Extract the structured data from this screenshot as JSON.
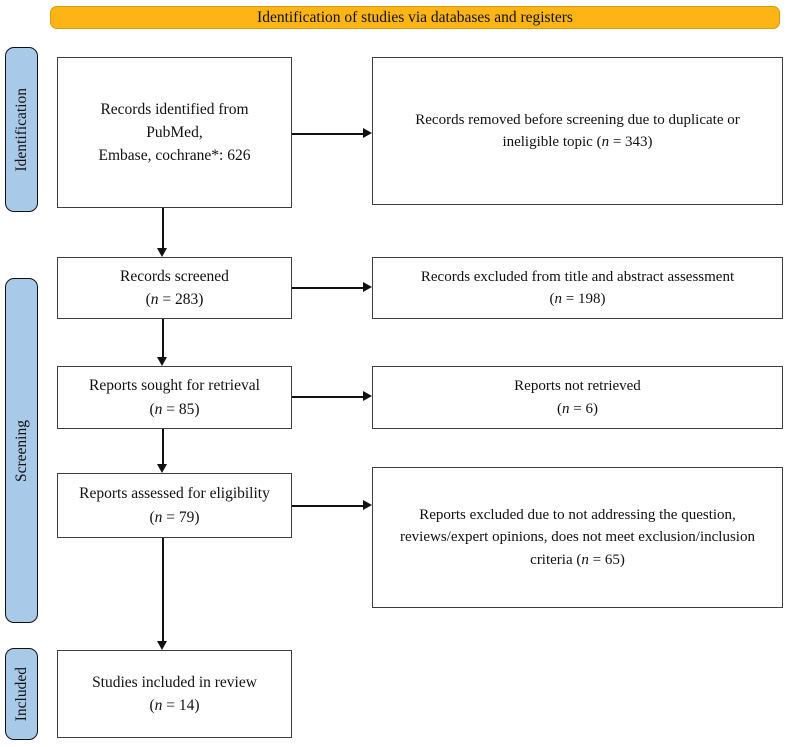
{
  "figure": {
    "banner": {
      "label": "Identification of studies via databases and registers"
    },
    "phases": [
      {
        "label": "Identification"
      },
      {
        "label": "Screening"
      },
      {
        "label": "Included"
      }
    ],
    "boxes": {
      "left": [
        {
          "lines": [
            "Records identified from",
            "PubMed,",
            "Embase, cochrane*: 626"
          ]
        },
        {
          "lines": [
            "Records screened",
            "(n = 283)"
          ]
        },
        {
          "lines": [
            "Reports sought for retrieval",
            "(n = 85)"
          ]
        },
        {
          "lines": [
            "Reports assessed for eligibility",
            "(n = 79)"
          ]
        },
        {
          "lines": [
            "Studies included in review",
            "(n = 14)"
          ]
        }
      ],
      "right": [
        {
          "lines": [
            "Records removed before screening due to duplicate or",
            "ineligible topic (n = 343)"
          ]
        },
        {
          "lines": [
            "Records excluded from title and abstract assessment",
            "(n = 198)"
          ]
        },
        {
          "lines": [
            "Reports not retrieved",
            "(n = 6)"
          ]
        },
        {
          "lines": [
            "Reports excluded due to not addressing the question,",
            "reviews/expert opinions, does not meet exclusion/inclusion",
            "criteria (n = 65)"
          ]
        }
      ]
    },
    "colors": {
      "banner_bg": "#FCB515",
      "banner_border": "#DB9A06",
      "phase_tab_bg": "#A9C9E9",
      "box_border": "#3F3F3F",
      "arrow": "#111111",
      "text": "#111111"
    }
  }
}
